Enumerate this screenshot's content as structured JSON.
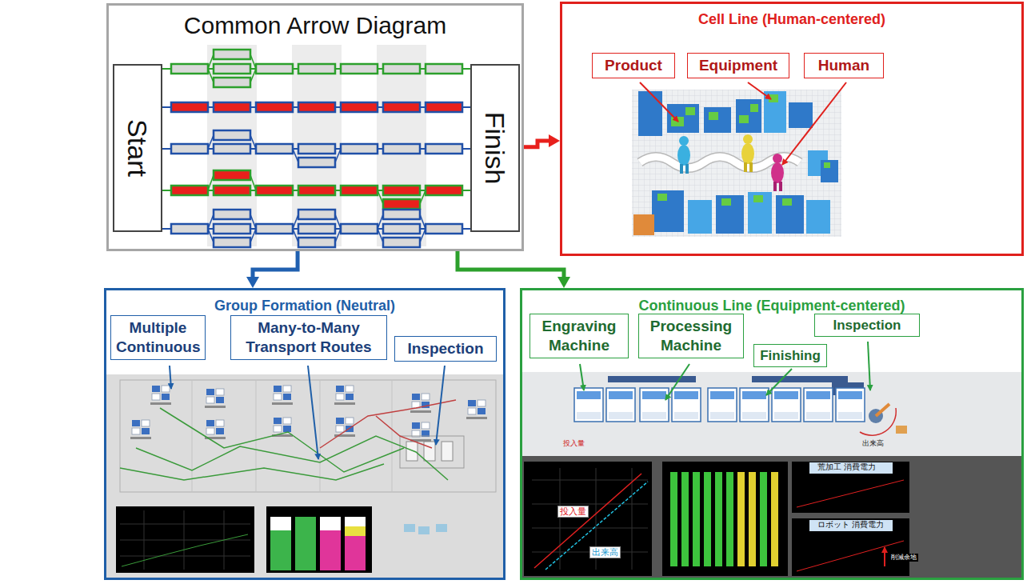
{
  "diagram": {
    "nodes": [
      {
        "text": [
          "Common Arrow Diagram"
        ]
      },
      {
        "text": [
          "Start"
        ],
        "in": 0
      },
      {
        "text": [
          "Finish"
        ],
        "in": 0
      },
      {
        "text": [
          "Cell Line (Human-centered)"
        ]
      },
      {
        "text": [
          "Product"
        ],
        "in": 3
      },
      {
        "text": [
          "Equipment"
        ],
        "in": 3
      },
      {
        "text": [
          "Human"
        ],
        "in": 3
      },
      {
        "text": [
          "Group Formation (Neutral)"
        ]
      },
      {
        "text": [
          "Multiple Continuous"
        ],
        "in": 7
      },
      {
        "text": [
          "Many-to-Many Transport Routes"
        ],
        "in": 7
      },
      {
        "text": [
          "Inspection"
        ],
        "in": 7
      },
      {
        "text": [
          "Continuous Line (Equipment-centered)"
        ]
      },
      {
        "text": [
          "Engraving Machine"
        ],
        "in": 11
      },
      {
        "text": [
          "Processing Machine"
        ],
        "in": 11
      },
      {
        "text": [
          "Finishing"
        ],
        "in": 11
      },
      {
        "text": [
          "Inspection"
        ],
        "in": 11
      }
    ],
    "edges": [
      {
        "from": 0,
        "to": 3,
        "arrow": "to"
      },
      {
        "from": 0,
        "to": 7,
        "arrow": "to"
      },
      {
        "from": 0,
        "to": 11,
        "arrow": "to"
      }
    ],
    "labels": [
      "投入量",
      "出来高",
      "荒加工 消費電力",
      "ロボット 消費電力",
      "削減余地",
      "投入量",
      "出来高"
    ]
  }
}
